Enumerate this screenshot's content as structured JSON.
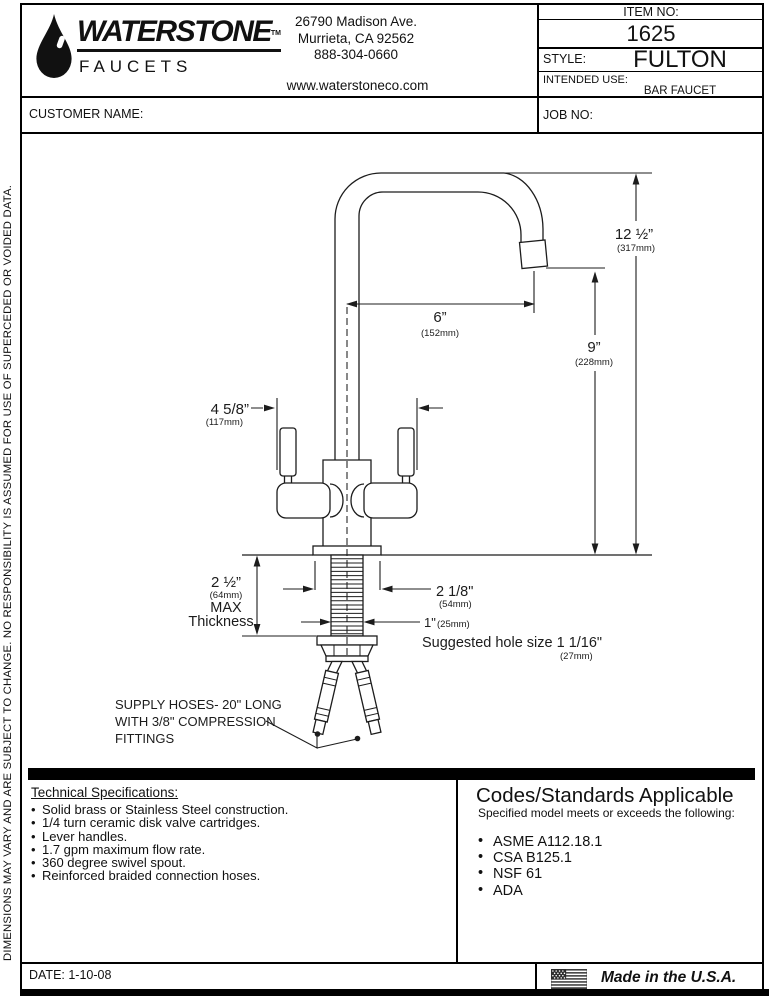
{
  "header": {
    "brand": "WATERSTONE",
    "brand_tm": "TM",
    "brand_sub": "FAUCETS",
    "address_line1": "26790 Madison Ave.",
    "address_line2": "Murrieta, CA 92562",
    "address_line3": "888-304-0660",
    "website": "www.waterstoneco.com",
    "item_no_label": "ITEM NO:",
    "item_no": "1625",
    "style_label": "STYLE:",
    "style_value": "FULTON",
    "intended_use_label": "INTENDED USE:",
    "intended_use_value": "BAR FAUCET",
    "customer_label": "CUSTOMER NAME:",
    "job_label": "JOB NO:"
  },
  "disclaimer": "DIMENSIONS MAY VARY AND ARE SUBJECT TO CHANGE. NO RESPONSIBILITY IS ASSUMED FOR USE OF SUPERCEDED OR VOIDED DATA.",
  "drawing": {
    "overall_height_in": "12 ½”",
    "overall_height_mm": "(317mm)",
    "spout_reach_in": "6”",
    "spout_reach_mm": "(152mm)",
    "spout_height_in": "9”",
    "spout_height_mm": "(228mm)",
    "overall_width_in": "4 5/8”",
    "overall_width_mm": "(117mm)",
    "max_thickness_in": "2 ½”",
    "max_thickness_mm": "(64mm)",
    "max_label": "MAX",
    "thickness_label": "Thickness",
    "base_width_in": "2 1/8\"",
    "base_width_mm": "(54mm)",
    "shank_dia_in": "1\"",
    "shank_dia_mm": "(25mm)",
    "hole_size_text": "Suggested hole size 1 1/16\"",
    "hole_size_mm": "(27mm)",
    "hose_note_line1": "SUPPLY HOSES- 20\" LONG",
    "hose_note_line2": "WITH 3/8\" COMPRESSION",
    "hose_note_line3": "FITTINGS"
  },
  "specs": {
    "heading": "Technical Specifications:",
    "items": [
      "Solid brass or Stainless Steel construction.",
      "1/4 turn ceramic disk valve cartridges.",
      "Lever handles.",
      "1.7 gpm maximum flow rate.",
      "360 degree swivel spout.",
      "Reinforced braided connection hoses."
    ]
  },
  "codes": {
    "heading": "Codes/Standards Applicable",
    "subheading": "Specified model meets or exceeds the following:",
    "items": [
      "ASME A112.18.1",
      "CSA B125.1",
      "NSF 61",
      "ADA"
    ]
  },
  "footer": {
    "date": "DATE: 1-10-08",
    "made_in": "Made in the U.S.A."
  }
}
